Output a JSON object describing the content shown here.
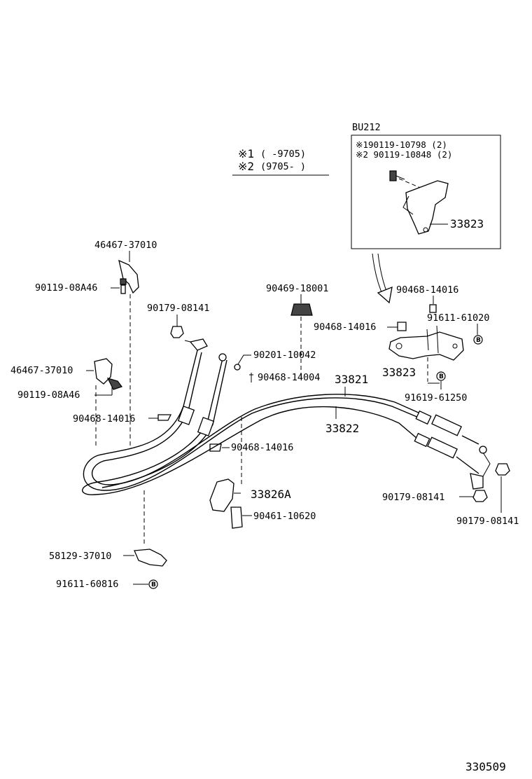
{
  "legend": {
    "line1_mark": "※1",
    "line1_range": "(      -9705)",
    "line2_mark": "※2",
    "line2_range": "(9705-      )"
  },
  "inset": {
    "title": "BU212",
    "note1": "※190119-10798 (2)",
    "note2": "※2 90119-10848 (2)",
    "part": "33823"
  },
  "parts": {
    "p46467_top": "46467-37010",
    "p90119_top": "90119-08A46",
    "p90179_left": "90179-08141",
    "p90469": "90469-18001",
    "p90468_right_top": "90468-14016",
    "p90468_right_mid": "90468-14016",
    "p91611_61020": "91611-61020",
    "p90201": "90201-10042",
    "p90468_center": "90468-14004",
    "p33821": "33821",
    "p33823": "33823",
    "p46467_left": "46467-37010",
    "p90119_left": "90119-08A46",
    "p91619": "91619-61250",
    "p90468_left": "90468-14016",
    "p33822": "33822",
    "p90468_mid": "90468-14016",
    "p33826A": "33826A",
    "p90461": "90461-10620",
    "p90179_right1": "90179-08141",
    "p90179_right2": "90179-08141",
    "p58129": "58129-37010",
    "p91611_60816": "91611-60816"
  },
  "badges": {
    "b_letter": "B"
  },
  "footer": {
    "diagram_no": "330509"
  }
}
